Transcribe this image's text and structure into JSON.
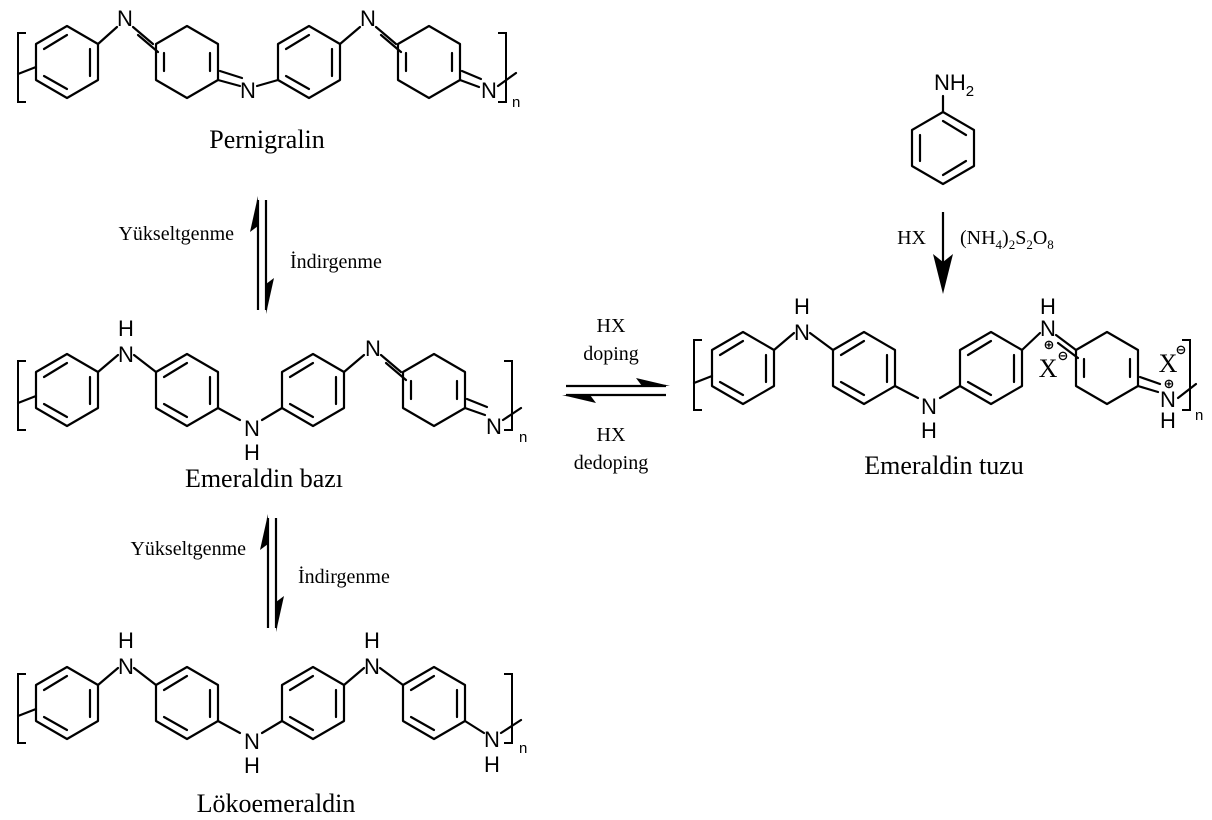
{
  "atoms": {
    "nitrogen": "N",
    "hydrogen": "H",
    "counterion": "X",
    "amine": "NH",
    "amine_sub": "2",
    "repeat": "n"
  },
  "structures": {
    "pernigralin": "Pernigralin",
    "emeraldin_base": "Emeraldin bazı",
    "emeraldin_salt": "Emeraldin tuzu",
    "leucoemeraldin": "Lökoemeraldin"
  },
  "reactions": {
    "oxidation": "Yükseltgenme",
    "reduction": "İndirgenme",
    "acid": "HX",
    "doping": "doping",
    "dedoping": "dedoping",
    "oxidant": {
      "p1": "(NH",
      "s1": "4",
      "p2": ")",
      "s2": "2",
      "p3": "S",
      "s3": "2",
      "p4": "O",
      "s4": "8"
    }
  },
  "charges": {
    "positive": "⊕",
    "negative": "⊖"
  }
}
